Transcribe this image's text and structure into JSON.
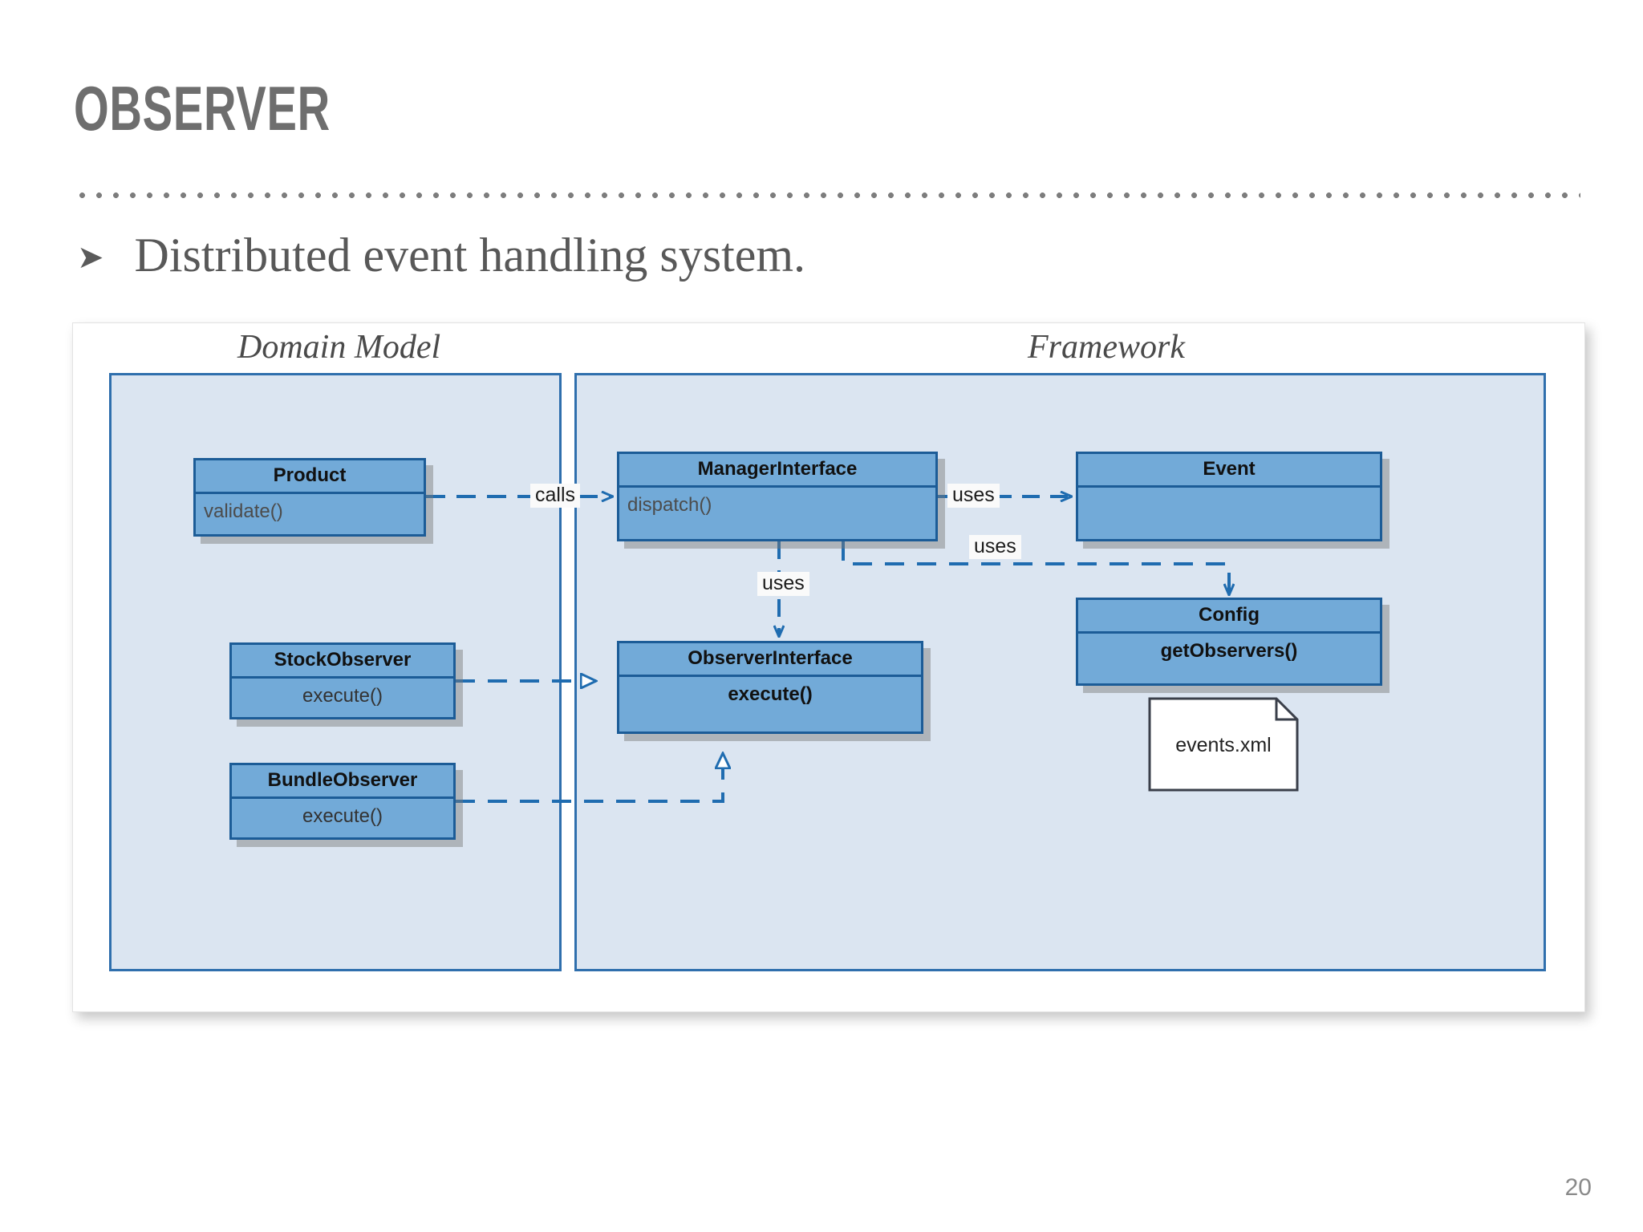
{
  "slide": {
    "title": "OBSERVER",
    "page_number": "20",
    "bullet_marker": "➤",
    "bullets": [
      "Distributed event handling system."
    ]
  },
  "diagram": {
    "type": "uml-class-diagram",
    "packages": [
      {
        "id": "domain",
        "label": "Domain Model"
      },
      {
        "id": "framework",
        "label": "Framework"
      }
    ],
    "classes": [
      {
        "id": "product",
        "name": "Product",
        "package": "domain",
        "operations": [
          "validate()"
        ],
        "op_style": "left"
      },
      {
        "id": "stockobserver",
        "name": "StockObserver",
        "package": "domain",
        "operations": [
          "execute()"
        ],
        "op_style": "center"
      },
      {
        "id": "bundleobserver",
        "name": "BundleObserver",
        "package": "domain",
        "operations": [
          "execute()"
        ],
        "op_style": "center"
      },
      {
        "id": "managerinterface",
        "name": "ManagerInterface",
        "package": "framework",
        "operations": [
          "dispatch()"
        ],
        "op_style": "left"
      },
      {
        "id": "observerinterface",
        "name": "ObserverInterface",
        "package": "framework",
        "operations": [
          "execute()"
        ],
        "op_style": "center-bold"
      },
      {
        "id": "event",
        "name": "Event",
        "package": "framework",
        "operations": [],
        "op_style": "center"
      },
      {
        "id": "config",
        "name": "Config",
        "package": "framework",
        "operations": [
          "getObservers()"
        ],
        "op_style": "center-bold"
      }
    ],
    "notes": [
      {
        "id": "events-xml",
        "text": "events.xml"
      }
    ],
    "edges": [
      {
        "from": "product",
        "to": "managerinterface",
        "label": "calls",
        "style": "dashed",
        "arrow": "open"
      },
      {
        "from": "managerinterface",
        "to": "event",
        "label": "uses",
        "style": "dashed",
        "arrow": "open"
      },
      {
        "from": "managerinterface",
        "to": "config",
        "label": "uses",
        "style": "dashed",
        "arrow": "open"
      },
      {
        "from": "managerinterface",
        "to": "observerinterface",
        "label": "uses",
        "style": "dashed",
        "arrow": "open"
      },
      {
        "from": "stockobserver",
        "to": "observerinterface",
        "label": "",
        "style": "dashed",
        "arrow": "hollow-triangle"
      },
      {
        "from": "bundleobserver",
        "to": "observerinterface",
        "label": "",
        "style": "dashed",
        "arrow": "hollow-triangle"
      }
    ]
  },
  "colors": {
    "title_gray": "#6e6e6e",
    "body_gray": "#585858",
    "class_fill": "#72aad8",
    "class_border": "#1c5c97",
    "package_fill": "#dbe5f1",
    "package_border": "#2f6fad",
    "connector": "#1f6cb0",
    "note_fill": "#ffffff",
    "note_border": "#3a3f4a"
  }
}
